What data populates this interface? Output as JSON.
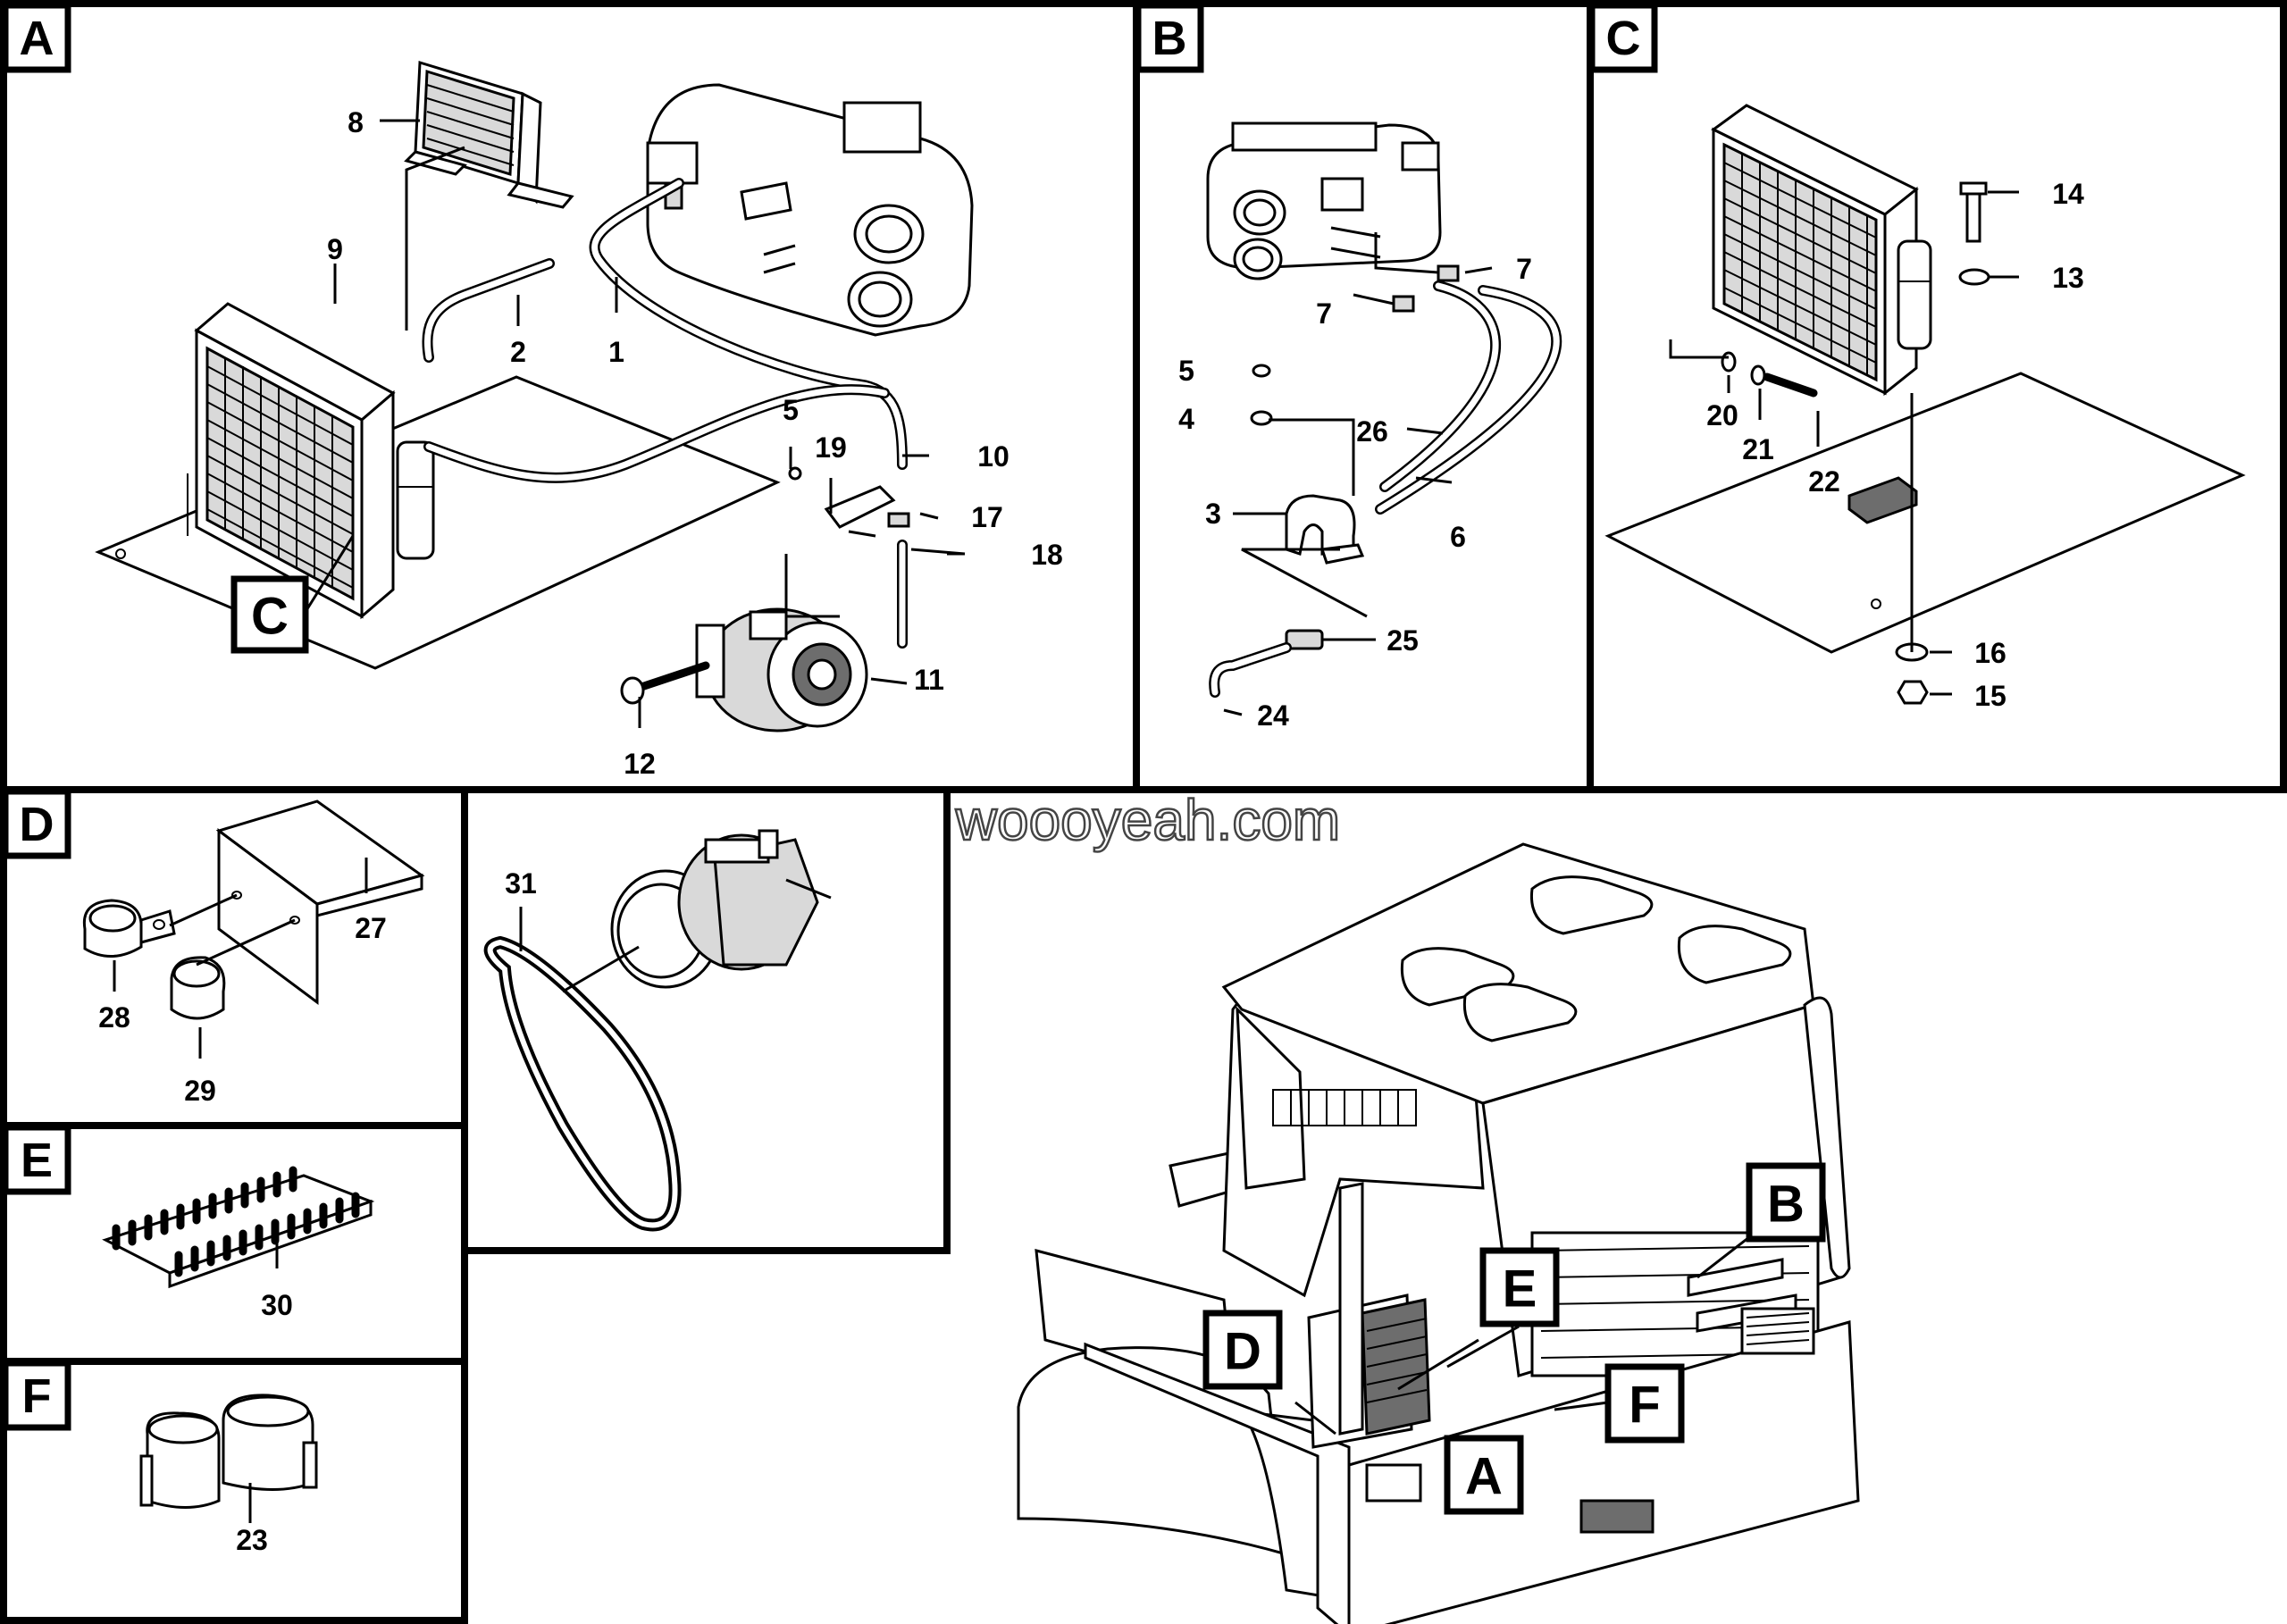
{
  "watermark": "woooyeah.com",
  "panels": [
    {
      "letter": "A"
    },
    {
      "letter": "B"
    },
    {
      "letter": "C"
    },
    {
      "letter": "D"
    },
    {
      "letter": "E"
    },
    {
      "letter": "F"
    }
  ],
  "callouts": {
    "panel_a_c": "C",
    "truck_a": "A",
    "truck_b": "B",
    "truck_d": "D",
    "truck_e": "E",
    "truck_f": "F"
  },
  "part_labels": {
    "a": [
      "8",
      "9",
      "2",
      "1",
      "5",
      "19",
      "10",
      "17",
      "18",
      "11",
      "12"
    ],
    "b": [
      "7",
      "7",
      "5",
      "4",
      "26",
      "3",
      "6",
      "25",
      "24"
    ],
    "c": [
      "14",
      "13",
      "20",
      "21",
      "22",
      "16",
      "15"
    ],
    "d": [
      "27",
      "28",
      "29"
    ],
    "belt": [
      "31"
    ],
    "e": [
      "30"
    ],
    "f": [
      "23"
    ]
  }
}
